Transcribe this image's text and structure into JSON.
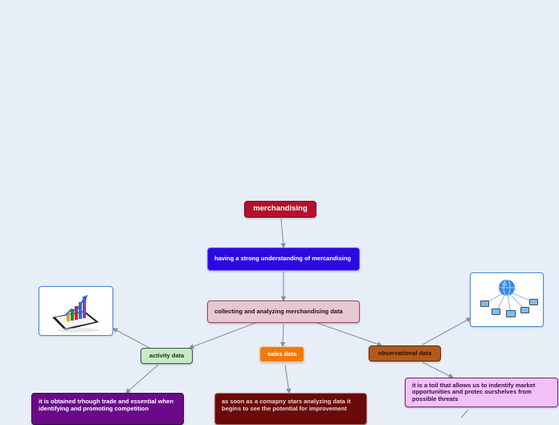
{
  "colors": {
    "background": "#e8eef8",
    "connector": "#8790a0"
  },
  "map": {
    "root": {
      "label": "merchandising",
      "color": "#b3102c",
      "text_color": "#ffffff"
    },
    "understanding": {
      "label": "having a strong understanding  of mercandising",
      "color": "#2b0ae0",
      "text_color": "#ffffff"
    },
    "collecting": {
      "label": "collecting and analyzing merchandising data",
      "color": "#e8c8d0",
      "text_color": "#2a0a14"
    },
    "activity": {
      "label": "activity data",
      "color": "#c6ecc6",
      "text_color": "#113311"
    },
    "sales": {
      "label": "sales data",
      "color": "#f07a08",
      "text_color": "#ffffff"
    },
    "observational": {
      "label": "observational data",
      "color": "#b25a1a",
      "text_color": "#2a1204"
    },
    "activity_note": {
      "label": "it is obtained trhough trade and essential when identifying and promoting competition",
      "color": "#6a0a8a",
      "text_color": "#ffffff"
    },
    "sales_note": {
      "label": "as soon as a comapny stars analyzing data it begins to see the potential for improvement",
      "color": "#6a0a0a",
      "text_color": "#f3d0d0"
    },
    "observational_note": {
      "label": "it is a toil that allows us to indentify market opportunities and protec ourshelves from possible threats",
      "color": "#f0c0f6",
      "text_color": "#3a0a4a"
    }
  },
  "images": {
    "left": {
      "icon": "tablet-growth-chart-icon"
    },
    "right": {
      "icon": "network-computers-globe-icon"
    }
  }
}
